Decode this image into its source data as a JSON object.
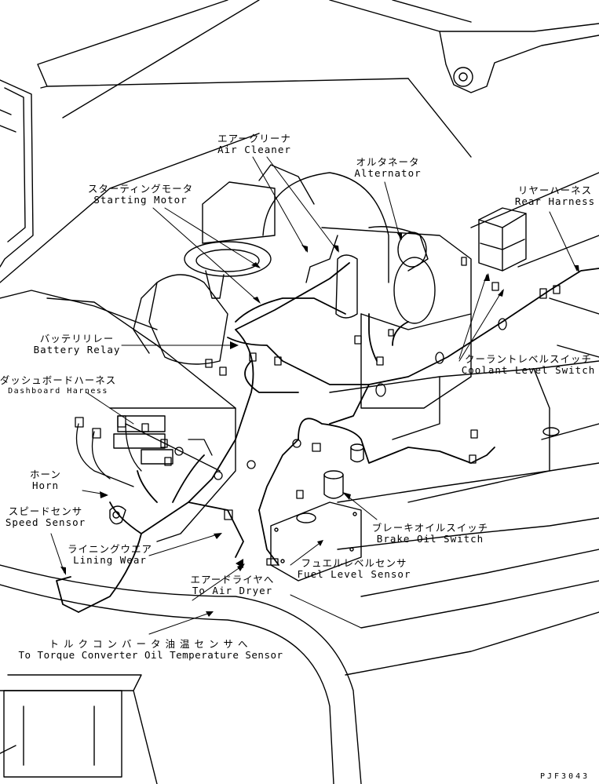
{
  "labels": {
    "air_cleaner": {
      "ja": "エアークリーナ",
      "en": "Air Cleaner"
    },
    "alternator": {
      "ja": "オルタネータ",
      "en": "Alternator"
    },
    "starting_motor": {
      "ja": "スターティングモータ",
      "en": "Starting Motor"
    },
    "rear_harness": {
      "ja": "リヤーハーネス",
      "en": "Rear Harness"
    },
    "battery_relay": {
      "ja": "バッテリリレー",
      "en": "Battery Relay"
    },
    "coolant_level_switch": {
      "ja": "クーラントレベルスイッチ",
      "en": "Coolant Level Switch"
    },
    "dashboard_harness": {
      "ja": "ダッシュボードハーネス",
      "en": "Dashboard Harness"
    },
    "horn": {
      "ja": "ホーン",
      "en": "Horn"
    },
    "speed_sensor": {
      "ja": "スピードセンサ",
      "en": "Speed Sensor"
    },
    "brake_oil_switch": {
      "ja": "ブレーキオイルスイッチ",
      "en": "Brake Oil Switch"
    },
    "lining_wear": {
      "ja": "ライニングウエア",
      "en": "Lining Wear"
    },
    "fuel_level_sensor": {
      "ja": "フュエルレベルセンサ",
      "en": "Fuel Level Sensor"
    },
    "to_air_dryer": {
      "ja": "エアードライヤへ",
      "en": "To Air Dryer"
    },
    "to_torque_converter": {
      "ja": "トルクコンバータ油温センサへ",
      "en": "To Torque Converter Oil Temperature Sensor"
    }
  },
  "drawing_code": "PJF3043"
}
